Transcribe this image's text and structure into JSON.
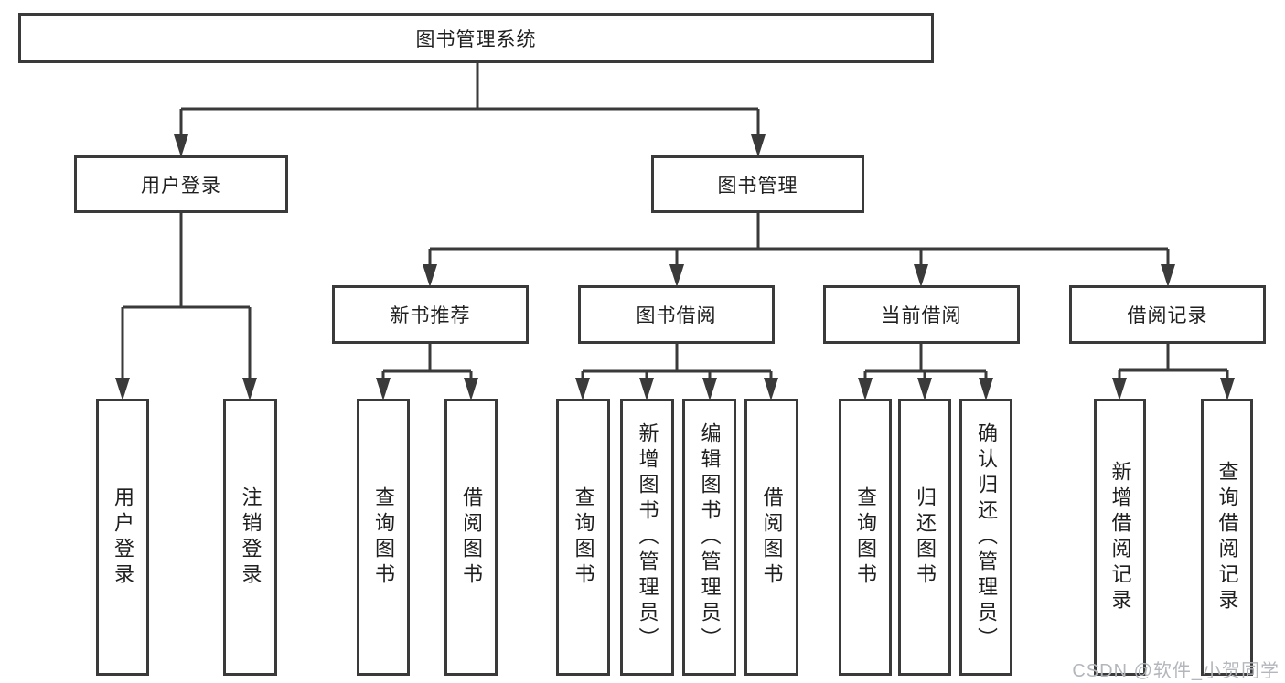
{
  "colors": {
    "line": "#3a3a3a",
    "text": "#1f1f1f",
    "watermark": "#b3b7bc",
    "background": "#ffffff"
  },
  "watermark": {
    "text": "CSDN @软件_小贺同学"
  },
  "tree": {
    "root": {
      "label": "图书管理系统",
      "children": [
        {
          "label": "用户登录",
          "children": [
            {
              "label": "用户登录"
            },
            {
              "label": "注销登录"
            }
          ]
        },
        {
          "label": "图书管理",
          "children": [
            {
              "label": "新书推荐",
              "children": [
                {
                  "label": "查询图书"
                },
                {
                  "label": "借阅图书"
                }
              ]
            },
            {
              "label": "图书借阅",
              "children": [
                {
                  "label": "查询图书"
                },
                {
                  "label": "新增图书（管理员）"
                },
                {
                  "label": "编辑图书（管理员）"
                },
                {
                  "label": "借阅图书"
                }
              ]
            },
            {
              "label": "当前借阅",
              "children": [
                {
                  "label": "查询图书"
                },
                {
                  "label": "归还图书"
                },
                {
                  "label": "确认归还（管理员）"
                }
              ]
            },
            {
              "label": "借阅记录",
              "children": [
                {
                  "label": "新增借阅记录"
                },
                {
                  "label": "查询借阅记录"
                }
              ]
            }
          ]
        }
      ]
    }
  }
}
